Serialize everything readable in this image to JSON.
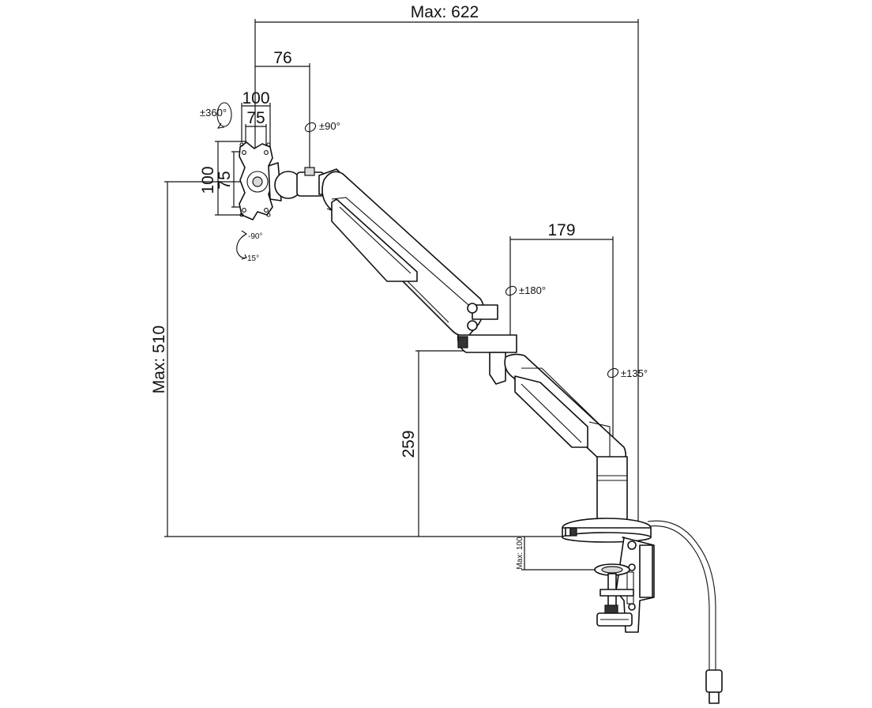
{
  "dimensions": {
    "max_width": "Max: 622",
    "offset_76": "76",
    "vesa_100_h": "100",
    "vesa_75_h": "75",
    "vesa_100_v": "100",
    "vesa_75_v": "75",
    "offset_179": "179",
    "max_height": "Max: 510",
    "height_259": "259",
    "clamp_max": "Max: 100"
  },
  "rotations": {
    "tilt_360": "±360°",
    "swivel_90": "±90°",
    "tilt_down": "-90°",
    "tilt_up": "15°",
    "swivel_180": "±180°",
    "swivel_135": "±135°"
  }
}
